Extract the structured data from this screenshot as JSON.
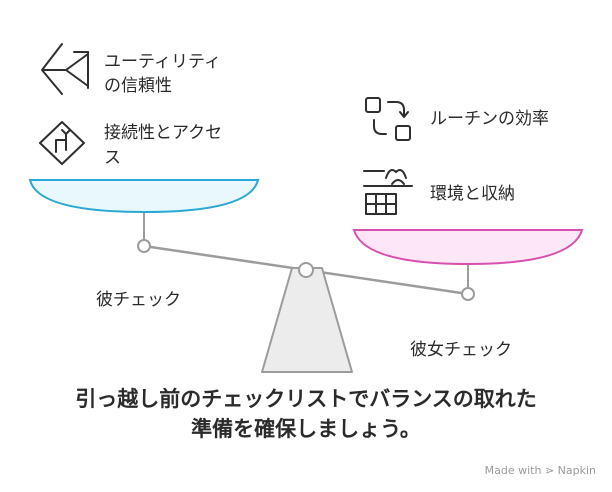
{
  "left_side": {
    "items": [
      {
        "line1": "ユーティリティ",
        "line2": "の信頼性",
        "icon": "network-icon"
      },
      {
        "line1": "接続性とアクセ",
        "line2": "ス",
        "icon": "route-sign-icon"
      }
    ],
    "caption": "彼チェック",
    "pan_color": "#e8f8fc",
    "pan_stroke": "#29a9d3"
  },
  "right_side": {
    "items": [
      {
        "line1": "ルーチンの効率",
        "icon": "routine-flow-icon"
      },
      {
        "line1": "環境と収納",
        "icon": "storage-icon"
      }
    ],
    "caption": "彼女チェック",
    "pan_color": "#fde6f5",
    "pan_stroke": "#d84fb0"
  },
  "title": {
    "line1": "引っ越し前のチェックリストでバランスの取れた",
    "line2": "準備を確保しましょう。"
  },
  "watermark": "Made with ⋗ Napkin"
}
